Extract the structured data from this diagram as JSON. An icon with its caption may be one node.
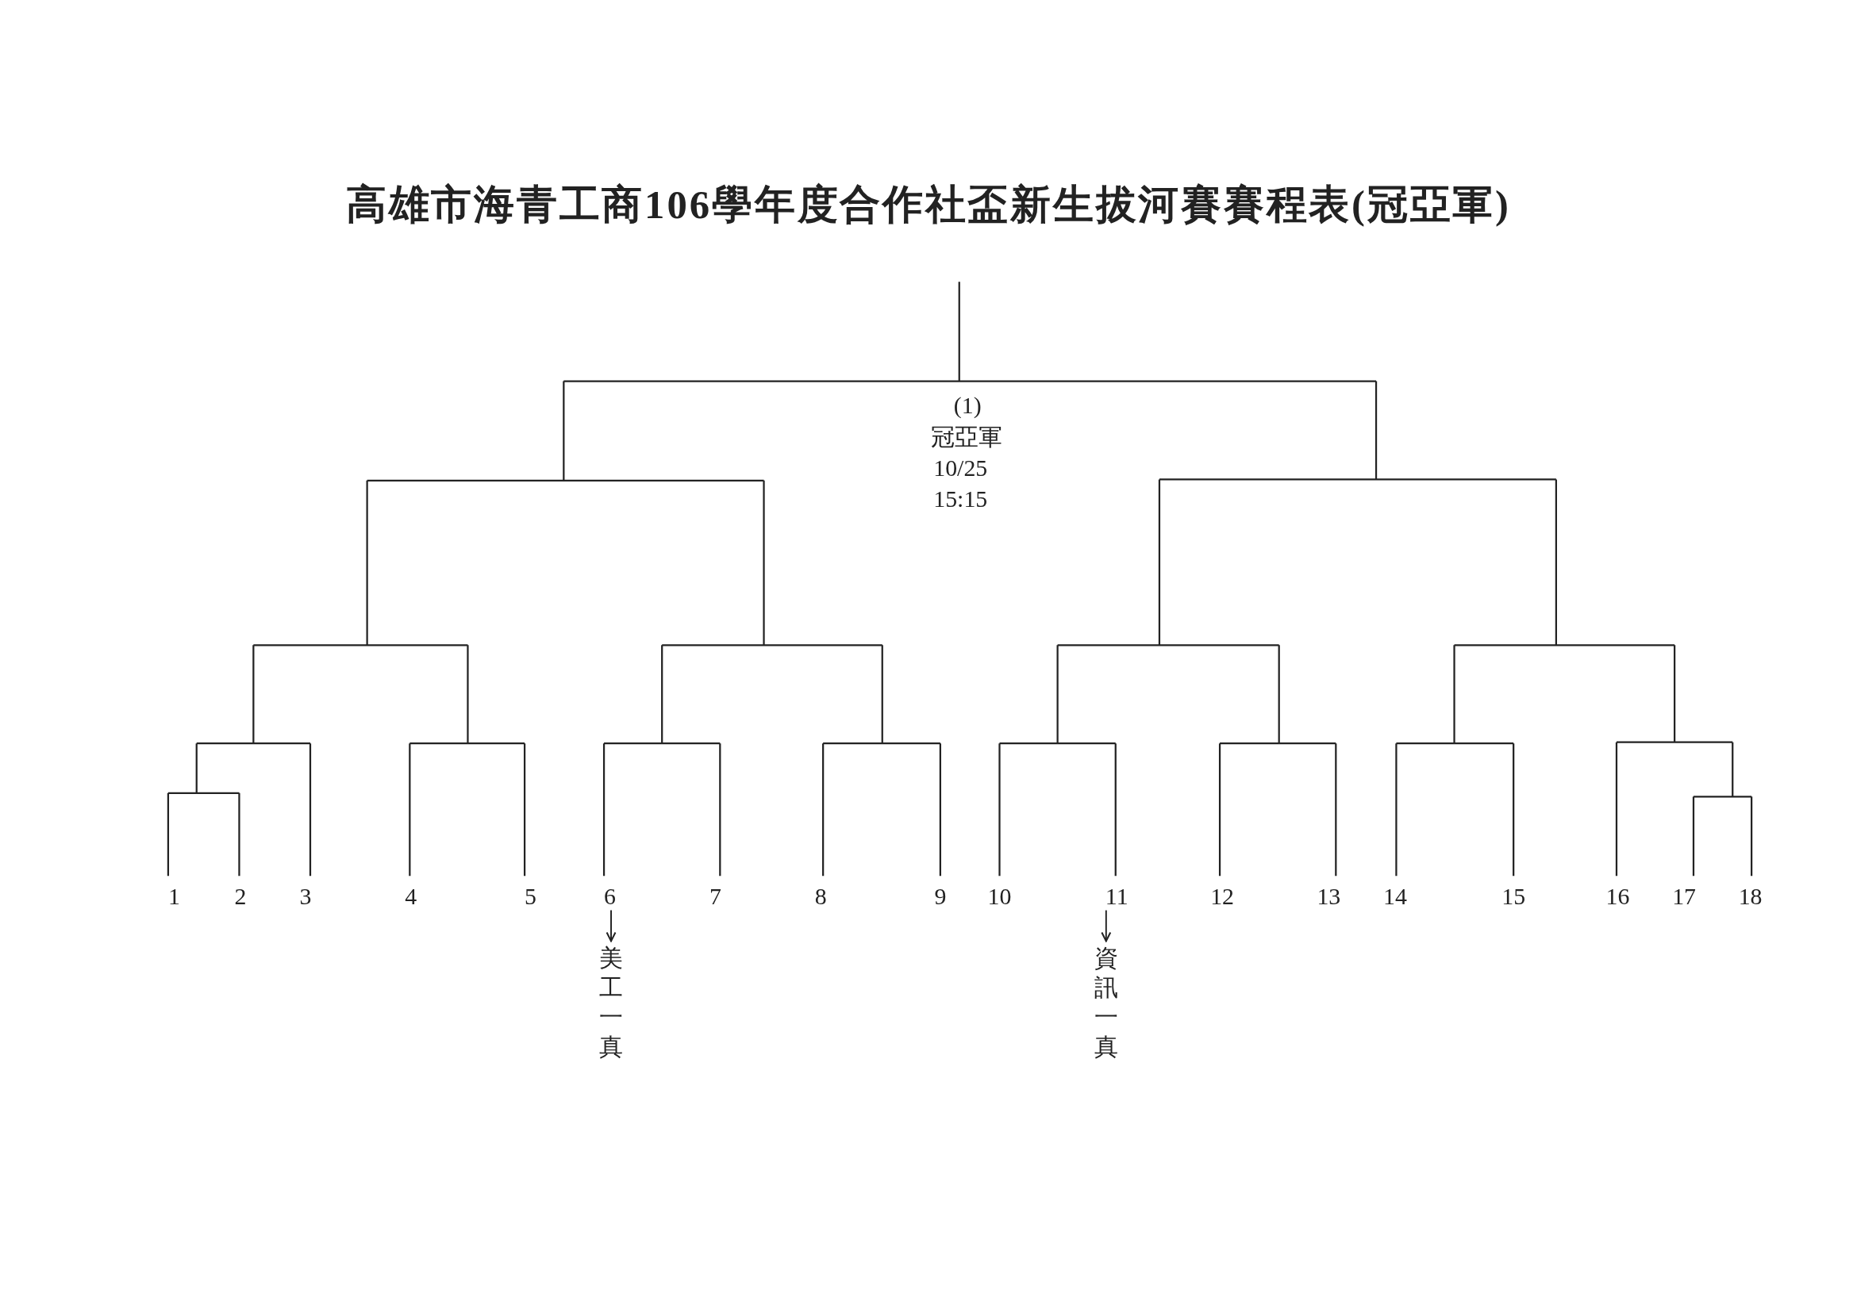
{
  "diagram": {
    "title": "高雄市海青工商106學年度合作社盃新生拔河賽賽程表(冠亞軍)",
    "nodes": [
      {
        "text": [
          "1"
        ]
      },
      {
        "text": [
          "2"
        ]
      },
      {
        "text": [
          "3"
        ]
      },
      {
        "text": [
          "4"
        ]
      },
      {
        "text": [
          "5"
        ]
      },
      {
        "text": [
          "6"
        ]
      },
      {
        "text": [
          "7"
        ]
      },
      {
        "text": [
          "8"
        ]
      },
      {
        "text": [
          "9"
        ]
      },
      {
        "text": [
          "10"
        ]
      },
      {
        "text": [
          "11"
        ]
      },
      {
        "text": [
          "12"
        ]
      },
      {
        "text": [
          "13"
        ]
      },
      {
        "text": [
          "14"
        ]
      },
      {
        "text": [
          "15"
        ]
      },
      {
        "text": [
          "16"
        ]
      },
      {
        "text": [
          "17"
        ]
      },
      {
        "text": [
          "18"
        ]
      },
      {
        "text": [
          "美工一真"
        ]
      },
      {
        "text": [
          "資訊一真"
        ]
      }
    ],
    "edges": [
      {
        "from": 5,
        "to": 18,
        "arrow": "to"
      },
      {
        "from": 10,
        "to": 19,
        "arrow": "to"
      }
    ],
    "labels": [
      "(1)",
      "冠亞軍",
      "10/25",
      "15:15"
    ]
  }
}
